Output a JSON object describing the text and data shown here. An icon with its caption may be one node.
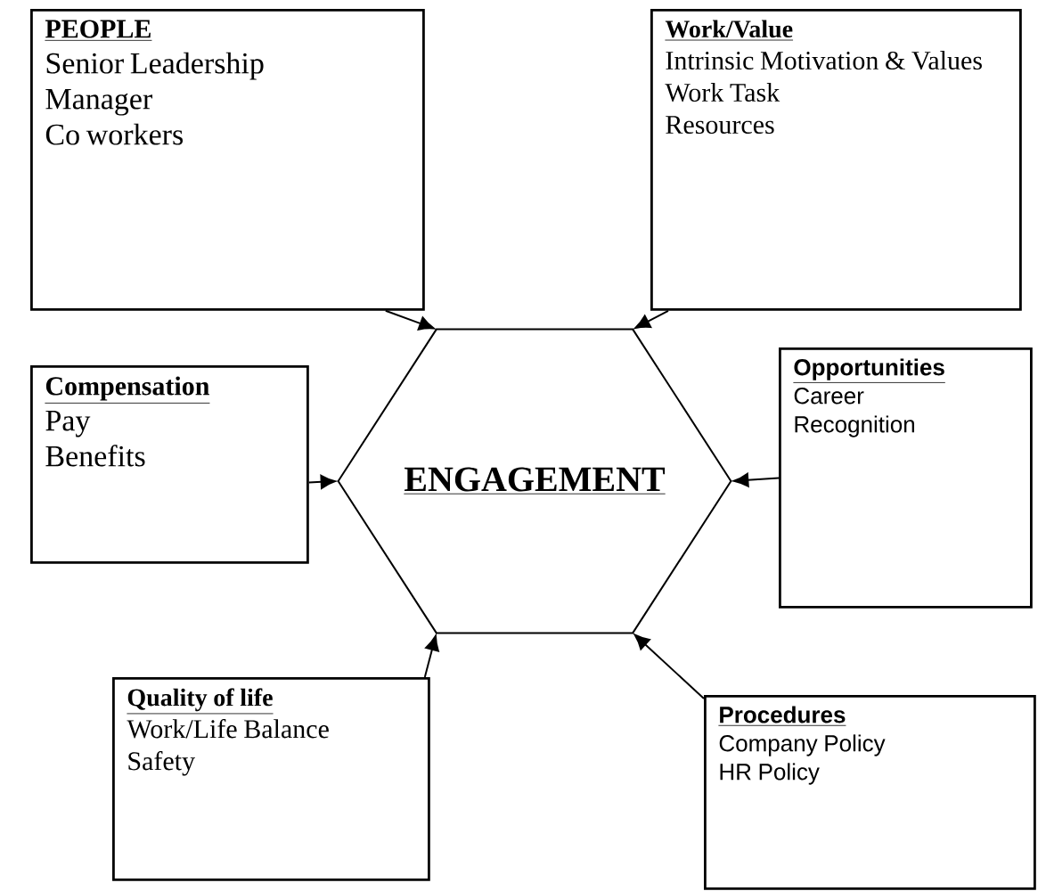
{
  "diagram": {
    "nodes": [
      {
        "text": [
          "PEOPLE",
          "Senior Leadership",
          "Manager",
          "Co workers"
        ]
      },
      {
        "text": [
          "Work/Value",
          "Intrinsic Motivation & Values",
          "Work Task",
          "Resources"
        ]
      },
      {
        "text": [
          "Compensation",
          "Pay",
          "Benefits"
        ]
      },
      {
        "text": [
          "ENGAGEMENT"
        ]
      },
      {
        "text": [
          "Opportunities",
          "Career",
          "Recognition"
        ]
      },
      {
        "text": [
          "Quality of life",
          "Work/Life Balance",
          "Safety"
        ]
      },
      {
        "text": [
          "Procedures",
          "Company Policy",
          "HR Policy"
        ]
      }
    ],
    "edges": [
      {
        "from": 0,
        "to": 3,
        "arrow": "to"
      },
      {
        "from": 1,
        "to": 3,
        "arrow": "to"
      },
      {
        "from": 2,
        "to": 3,
        "arrow": "to"
      },
      {
        "from": 4,
        "to": 3,
        "arrow": "to"
      },
      {
        "from": 5,
        "to": 3,
        "arrow": "to"
      },
      {
        "from": 6,
        "to": 3,
        "arrow": "to"
      }
    ]
  }
}
